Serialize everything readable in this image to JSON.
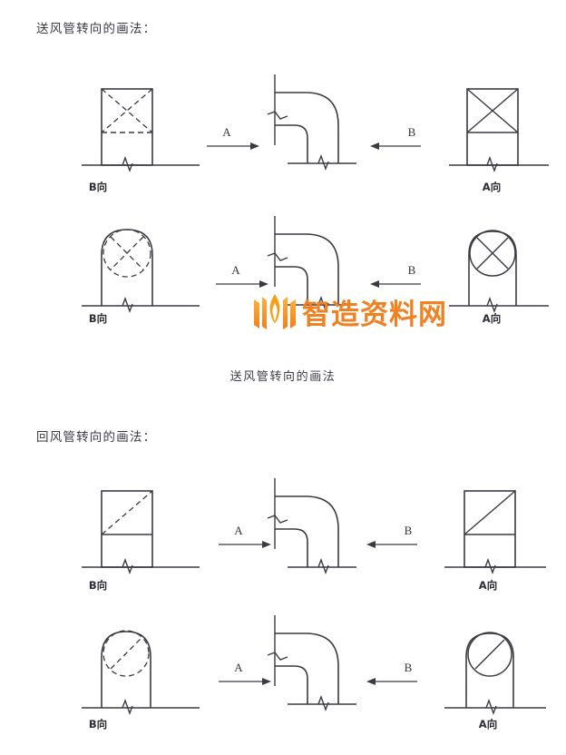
{
  "document": {
    "type": "scanned-technical-drawing",
    "subject": "HVAC duct turning representation (风管转向的画法)",
    "background_color": "#ffffff",
    "line_color": "#3a3a42"
  },
  "sections": [
    {
      "id": "supply",
      "heading": "送风管转向的画法：",
      "caption": "送风管转向的画法",
      "rows": [
        {
          "id": "supply-rect",
          "duct_shape": "rectangular",
          "left": {
            "view_label": "B向",
            "marking": "dashed-cross"
          },
          "middle": {
            "shape": "elbow-90-degree"
          },
          "right": {
            "view_label": "A向",
            "marking": "solid-cross"
          },
          "arrow_left": {
            "label": "A",
            "direction": "right"
          },
          "arrow_right": {
            "label": "B",
            "direction": "left"
          }
        },
        {
          "id": "supply-round",
          "duct_shape": "round",
          "left": {
            "view_label": "B向",
            "marking": "dashed-circle-cross"
          },
          "middle": {
            "shape": "elbow-90-degree"
          },
          "right": {
            "view_label": "A向",
            "marking": "solid-circle-cross"
          },
          "arrow_left": {
            "label": "A",
            "direction": "right"
          },
          "arrow_right": {
            "label": "B",
            "direction": "left"
          }
        }
      ]
    },
    {
      "id": "return",
      "heading": "回风管转向的画法：",
      "caption": "",
      "rows": [
        {
          "id": "return-rect",
          "duct_shape": "rectangular",
          "left": {
            "view_label": "B向",
            "marking": "dashed-diagonal"
          },
          "middle": {
            "shape": "elbow-90-degree"
          },
          "right": {
            "view_label": "A向",
            "marking": "solid-diagonal"
          },
          "arrow_left": {
            "label": "A",
            "direction": "right"
          },
          "arrow_right": {
            "label": "B",
            "direction": "left"
          }
        },
        {
          "id": "return-round",
          "duct_shape": "round",
          "left": {
            "view_label": "B向",
            "marking": "dashed-circle-diagonal"
          },
          "middle": {
            "shape": "elbow-90-degree"
          },
          "right": {
            "view_label": "A向",
            "marking": "solid-circle-diagonal"
          },
          "arrow_left": {
            "label": "A",
            "direction": "right"
          },
          "arrow_right": {
            "label": "B",
            "direction": "left"
          }
        }
      ]
    }
  ],
  "watermark": {
    "text": "智造资料网",
    "color": "#f08122",
    "logo_icon": "open-book-flame-icon"
  }
}
